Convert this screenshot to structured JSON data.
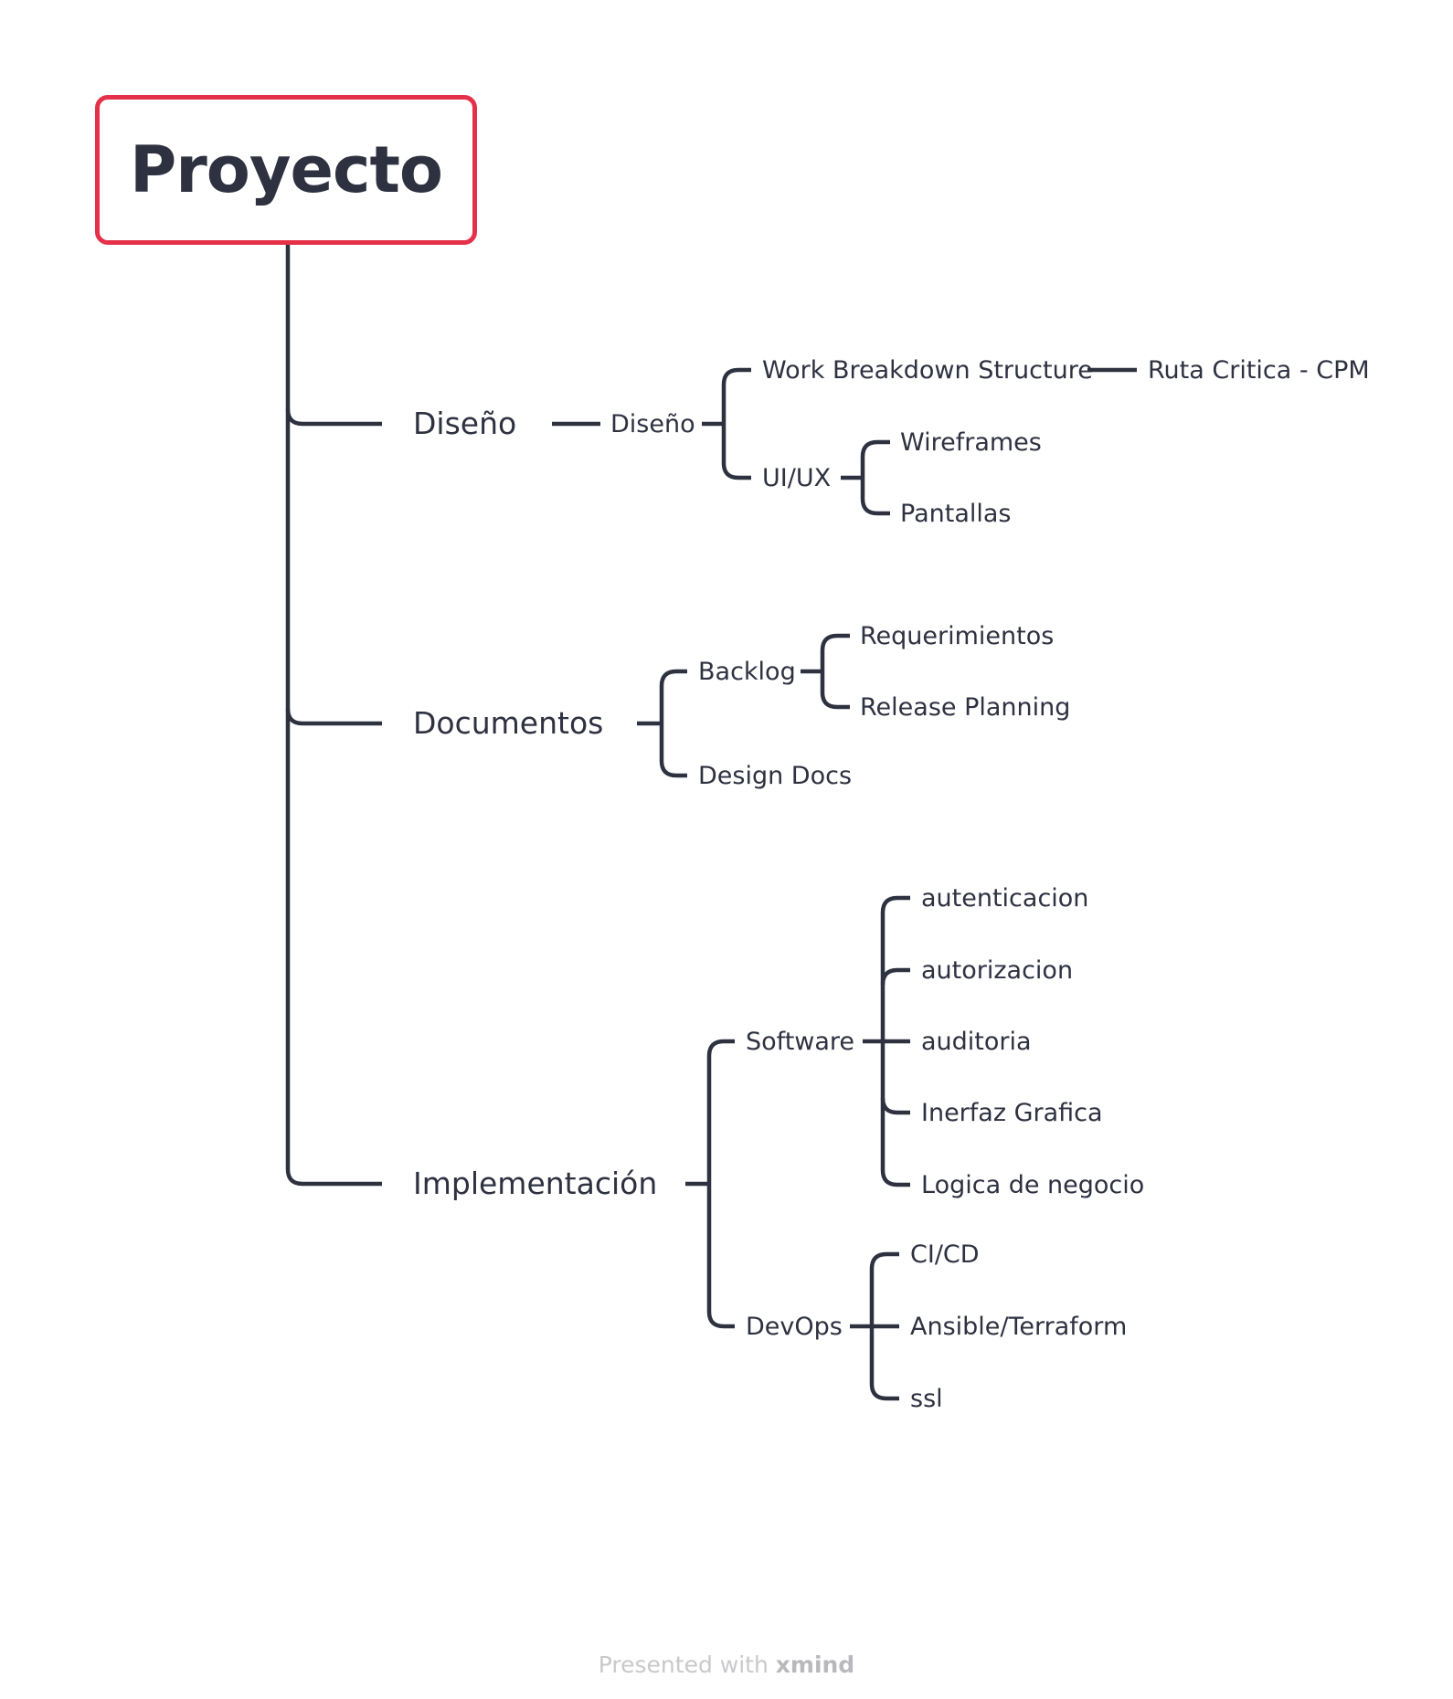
{
  "root": "Proyecto",
  "branches": [
    {
      "label": "Diseño",
      "children": [
        {
          "label": "Diseño",
          "children": [
            {
              "label": "Work Breakdown Structure",
              "children": [
                {
                  "label": "Ruta Critica - CPM"
                }
              ]
            },
            {
              "label": "UI/UX",
              "children": [
                {
                  "label": "Wireframes"
                },
                {
                  "label": "Pantallas"
                }
              ]
            }
          ]
        }
      ]
    },
    {
      "label": "Documentos",
      "children": [
        {
          "label": "Backlog",
          "children": [
            {
              "label": "Requerimientos"
            },
            {
              "label": "Release Planning"
            }
          ]
        },
        {
          "label": "Design Docs"
        }
      ]
    },
    {
      "label": "Implementación",
      "children": [
        {
          "label": "Software",
          "children": [
            {
              "label": "autenticacion"
            },
            {
              "label": "autorizacion"
            },
            {
              "label": "auditoria"
            },
            {
              "label": "Inerfaz Grafica"
            },
            {
              "label": "Logica de negocio"
            }
          ]
        },
        {
          "label": "DevOps",
          "children": [
            {
              "label": "CI/CD"
            },
            {
              "label": "Ansible/Terraform"
            },
            {
              "label": "ssl"
            }
          ]
        }
      ]
    }
  ],
  "footer": {
    "prefix": "Presented with",
    "brand": "xmind"
  },
  "colors": {
    "root_border": "#e5304a",
    "line": "#2e3140",
    "text": "#2e3140",
    "footer": "#c9c9cc"
  }
}
